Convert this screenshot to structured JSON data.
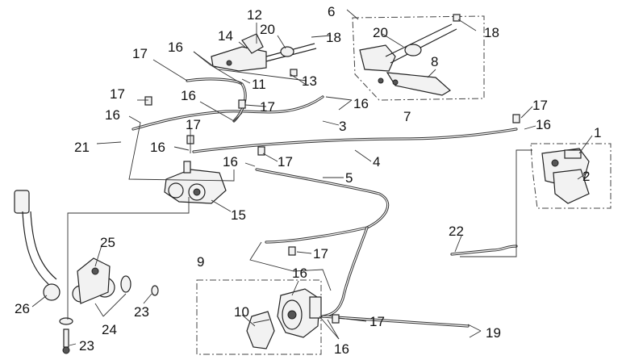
{
  "diagram": {
    "callouts": {
      "c1": "1",
      "c2": "2",
      "c3": "3",
      "c4": "4",
      "c5": "5",
      "c6": "6",
      "c7": "7",
      "c8": "8",
      "c9": "9",
      "c10": "10",
      "c11": "11",
      "c12": "12",
      "c13": "13",
      "c14": "14",
      "c15": "15",
      "c16a": "16",
      "c16b": "16",
      "c16c": "16",
      "c16d": "16",
      "c16e": "16",
      "c16f": "16",
      "c16g": "16",
      "c16h": "16",
      "c16i": "16",
      "c17a": "17",
      "c17b": "17",
      "c17c": "17",
      "c17d": "17",
      "c17e": "17",
      "c17f": "17",
      "c17g": "17",
      "c17h": "17",
      "c18a": "18",
      "c18b": "18",
      "c19": "19",
      "c20a": "20",
      "c20b": "20",
      "c21": "21",
      "c22": "22",
      "c23a": "23",
      "c23b": "23",
      "c24": "24",
      "c25": "25",
      "c26": "26"
    }
  }
}
